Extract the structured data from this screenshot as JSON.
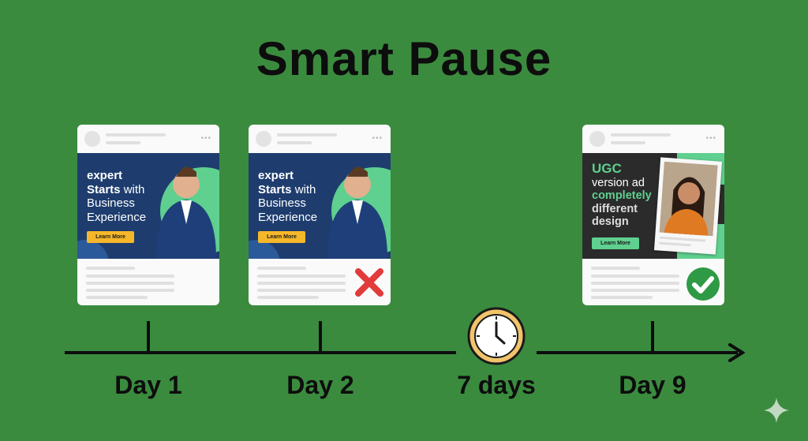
{
  "title": "Smart Pause",
  "cards": [
    {
      "headline_bold": "expert",
      "line2_bold": "Starts",
      "line2_rest": " with",
      "line3": "Business",
      "line4": "Experience",
      "button": "Learn More",
      "status": "none"
    },
    {
      "headline_bold": "expert",
      "line2_bold": "Starts",
      "line2_rest": " with",
      "line3": "Business",
      "line4": "Experience",
      "button": "Learn More",
      "status": "rejected"
    },
    {
      "line1": "UGC",
      "line2": "version ad",
      "line3": "completely",
      "line4": "different",
      "line5": "design",
      "button": "Learn More",
      "status": "approved"
    }
  ],
  "timeline": {
    "labels": [
      "Day 1",
      "Day 2",
      "7 days",
      "Day 9"
    ]
  },
  "colors": {
    "background": "#3b8b3f",
    "accent_green": "#5fd08f",
    "cta_yellow": "#f5b72a",
    "reject_red": "#e23b3b",
    "approve_green": "#2f9a45"
  }
}
